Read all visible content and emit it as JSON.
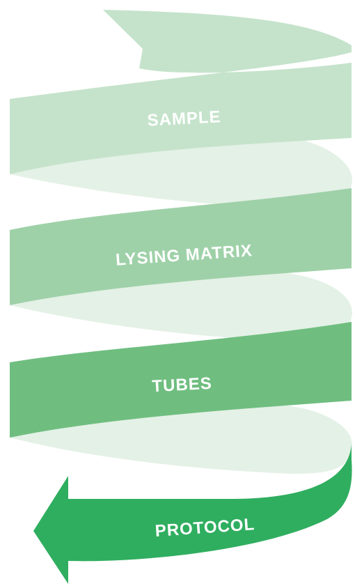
{
  "diagram": {
    "type": "spiral-ribbon",
    "direction": "top-to-bottom, ending in a left-pointing arrow",
    "steps": [
      {
        "label": "SAMPLE",
        "color": "#c5e3cb"
      },
      {
        "label": "LYSING MATRIX",
        "color": "#9fd1a9"
      },
      {
        "label": "TUBES",
        "color": "#6fbe80"
      },
      {
        "label": "PROTOCOL",
        "color": "#2fae5f"
      }
    ],
    "back_fold_color": "#e4f1e6",
    "label_color": "#ffffff"
  }
}
